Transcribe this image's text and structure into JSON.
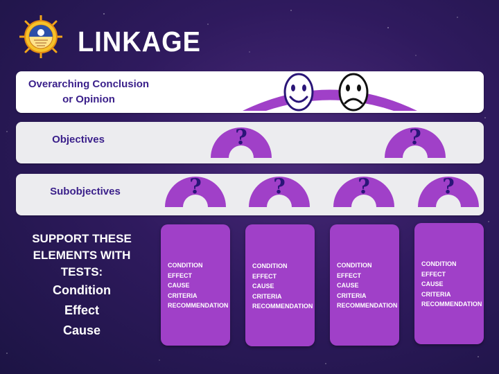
{
  "slide": {
    "title": "LINKAGE",
    "logo_icon": "seal-emblem-icon",
    "colors": {
      "background": "#2f1a5e",
      "arch_purple": "#a040c8",
      "label_navy": "#3a1f8a"
    }
  },
  "hierarchy": {
    "conclusion_label": "Overarching  Conclusion or Opinion",
    "conclusion_icons": [
      "smiley-face-icon",
      "frowning-face-icon"
    ],
    "objectives_label": "Objectives",
    "subobjectives_label": "Subobjectives",
    "unknown_mark": "?"
  },
  "support": {
    "line1": "SUPPORT THESE",
    "line2": "ELEMENTS WITH TESTS:",
    "items": [
      "Condition",
      "Effect",
      "Cause"
    ]
  },
  "cards": [
    [
      "CONDITION",
      "EFFECT",
      "CAUSE",
      "CRITERIA",
      "RECOMMENDATION"
    ],
    [
      "CONDITION",
      "EFFECT",
      "CAUSE",
      "CRITERIA",
      "RECOMMENDATION"
    ],
    [
      "CONDITION",
      "EFFECT",
      "CAUSE",
      "CRITERIA",
      "RECOMMENDATION"
    ],
    [
      "CONDITION",
      "EFFECT",
      "CAUSE",
      "CRITERIA",
      "RECOMMENDATION"
    ]
  ]
}
